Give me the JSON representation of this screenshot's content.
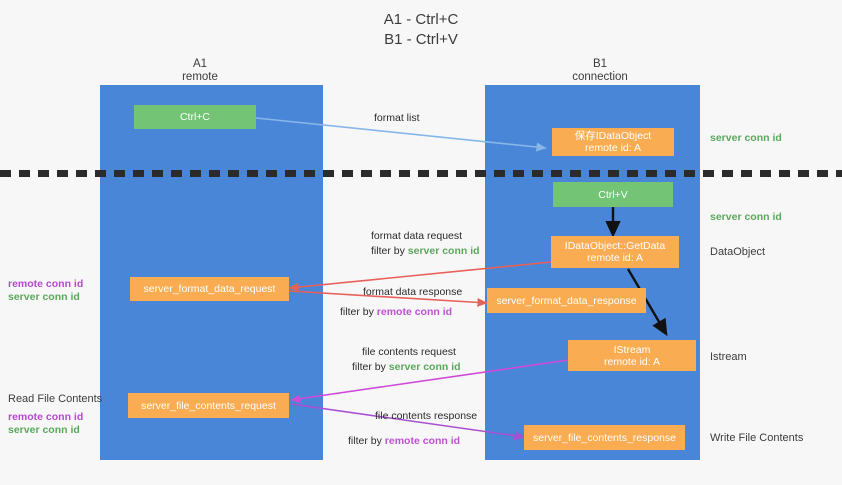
{
  "title": {
    "line1": "A1 - Ctrl+C",
    "line2": "B1 - Ctrl+V"
  },
  "columns": {
    "left": {
      "name": "A1",
      "role": "remote"
    },
    "right": {
      "name": "B1",
      "role": "connection"
    }
  },
  "nodes": {
    "ctrl_c": {
      "label": "Ctrl+C"
    },
    "ctrl_v": {
      "label": "Ctrl+V"
    },
    "save_dataobject": {
      "line1": "保存IDataObject",
      "line2": "remote id: A"
    },
    "getdata": {
      "line1": "IDataObject::GetData",
      "line2": "remote id: A"
    },
    "istream": {
      "line1": "IStream",
      "line2": "remote id: A"
    },
    "format_data_request": {
      "label": "server_format_data_request"
    },
    "format_data_response": {
      "label": "server_format_data_response"
    },
    "file_contents_request": {
      "label": "server_file_contents_request"
    },
    "file_contents_response": {
      "label": "server_file_contents_response"
    }
  },
  "right_labels": {
    "server_conn_top": "server conn id",
    "server_conn_mid": "server conn id",
    "dataobject": "DataObject",
    "istream": "Istream",
    "write_file_contents": "Write File Contents"
  },
  "left_labels": {
    "remote_conn_1": "remote conn id",
    "server_conn_1": "server conn id",
    "read_file_contents": "Read File Contents",
    "remote_conn_2": "remote conn id",
    "server_conn_2": "server conn id"
  },
  "edges": {
    "format_list": "format list",
    "format_data_request": "format data request",
    "format_data_request_filter_prefix": "filter by ",
    "format_data_request_filter_key": "server conn id",
    "format_data_response": "format data response",
    "format_data_response_filter_prefix": "filter by ",
    "format_data_response_filter_key": "remote conn id",
    "file_contents_request": "file contents request",
    "file_contents_request_filter_prefix": "filter by ",
    "file_contents_request_filter_key": "server conn id",
    "file_contents_response": "file contents response",
    "file_contents_response_filter_prefix": "filter by ",
    "file_contents_response_filter_key": "remote conn id"
  },
  "colors": {
    "background": "#f7f7f7",
    "lane": "#4a86d8",
    "node_green": "#74c476",
    "node_orange": "#f9ac52",
    "conn_green": "#5aa85c",
    "conn_purple": "#b44ad0",
    "arrow_light_blue": "#86b7e8",
    "arrow_red": "#e8605a",
    "arrow_magenta": "#cf4bd8",
    "arrow_purple": "#a94fd0",
    "arrow_black": "#111111",
    "dash": "#2b2b2b"
  }
}
